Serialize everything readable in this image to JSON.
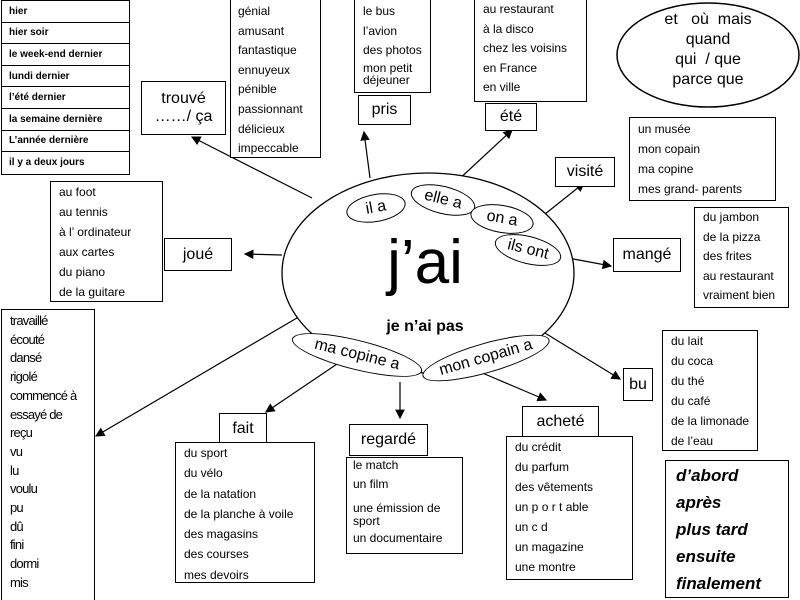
{
  "time_expressions": [
    "hier",
    "hier soir",
    "le week-end dernier",
    "lundi dernier",
    "l’été dernier",
    "la semaine dernière",
    "L’année dernière",
    "il  y  a deux jours"
  ],
  "center": {
    "main": "j’ai",
    "negative": "je n’ai pas"
  },
  "subjects": [
    "il a",
    "elle a",
    "on a",
    "ils ont",
    "ma copine a",
    "mon copain a"
  ],
  "connectors": [
    "et   où  mais",
    "quand",
    "qui  / que",
    "parce que"
  ],
  "sequence_words": [
    "d’abord",
    "après",
    "plus tard",
    "ensuite",
    "finalement"
  ],
  "verbs": {
    "trouve": {
      "label": "trouvé",
      "sub": "……/ ça",
      "items": [
        "génial",
        "amusant",
        "fantastique",
        "ennuyeux",
        "pénible",
        "passionnant",
        "délicieux",
        "impeccable"
      ]
    },
    "pris": {
      "label": "pris",
      "items": [
        "le bus",
        "l’avion",
        "des photos",
        "mon petit",
        "déjeuner"
      ]
    },
    "ete": {
      "label": "été",
      "items": [
        "au restaurant",
        "à la disco",
        "chez les voisins",
        "en France",
        "en ville"
      ]
    },
    "visite": {
      "label": "visité",
      "items": [
        "un musée",
        "mon copain",
        "ma copine",
        "mes grand- parents"
      ]
    },
    "mange": {
      "label": "mangé",
      "items": [
        "du jambon",
        "de  la pizza",
        "des frites",
        "au restaurant",
        "vraiment bien"
      ]
    },
    "bu": {
      "label": "bu",
      "items": [
        "du lait",
        "du coca",
        "du thé",
        "du café",
        "de la limonade",
        "de l’eau"
      ]
    },
    "achete": {
      "label": "acheté",
      "items": [
        "du  crédit",
        "du parfum",
        "des vêtements",
        "un p o r t able",
        "un c d",
        "un magazine",
        "une montre"
      ]
    },
    "regarde": {
      "label": "regardé",
      "items": [
        "le match",
        "un film",
        "une émission de",
        "sport",
        "un documentaire"
      ]
    },
    "fait": {
      "label": "fait",
      "items": [
        "du sport",
        "du vélo",
        "de la natation",
        "de la planche à voile",
        "des magasins",
        "des courses",
        "mes devoirs"
      ]
    },
    "joue": {
      "label": "joué",
      "items": [
        "au foot",
        "au tennis",
        "à  l’ ordinateur",
        "aux cartes",
        "du piano",
        "de la guitare"
      ]
    }
  },
  "other_participles": [
    "travaillé",
    "écouté",
    "dansé",
    "rigolé",
    "commencé à",
    "essayé de",
    "reçu",
    "vu",
    "lu",
    "voulu",
    "pu",
    "dû",
    "fini",
    "dormi",
    "mis"
  ]
}
